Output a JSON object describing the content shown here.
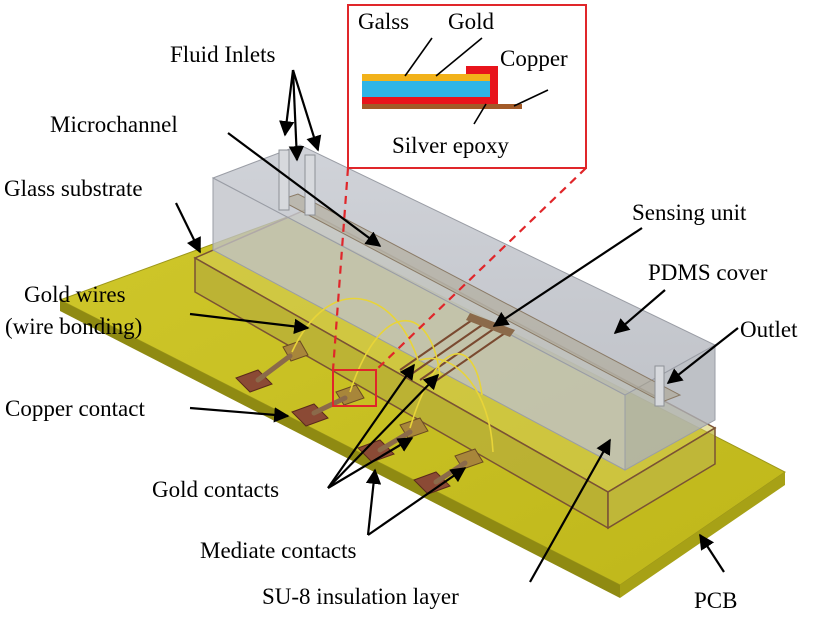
{
  "labels": {
    "fluid_inlets": "Fluid Inlets",
    "microchannel": "Microchannel",
    "glass_substrate": "Glass substrate",
    "gold_wires_line1": "Gold wires",
    "gold_wires_line2": "(wire bonding)",
    "copper_contact": "Copper contact",
    "gold_contacts": "Gold contacts",
    "mediate_contacts": "Mediate contacts",
    "su8_layer": "SU-8 insulation layer",
    "pcb": "PCB",
    "outlet": "Outlet",
    "pdms_cover": "PDMS cover",
    "sensing_unit": "Sensing unit"
  },
  "inset": {
    "glass": "Galss",
    "gold": "Gold",
    "copper": "Copper",
    "silver_epoxy": "Silver epoxy"
  },
  "colors": {
    "pcb": "#c9c21a",
    "pcb_side": "#8f8a12",
    "pdms": "#b9bcc4",
    "copper": "#8b4a35",
    "gold_layer": "#f2b21a",
    "glass_layer": "#2fb5e6",
    "red": "#e8141c",
    "inset_border": "#e0262a",
    "brown": "#a25a28"
  }
}
